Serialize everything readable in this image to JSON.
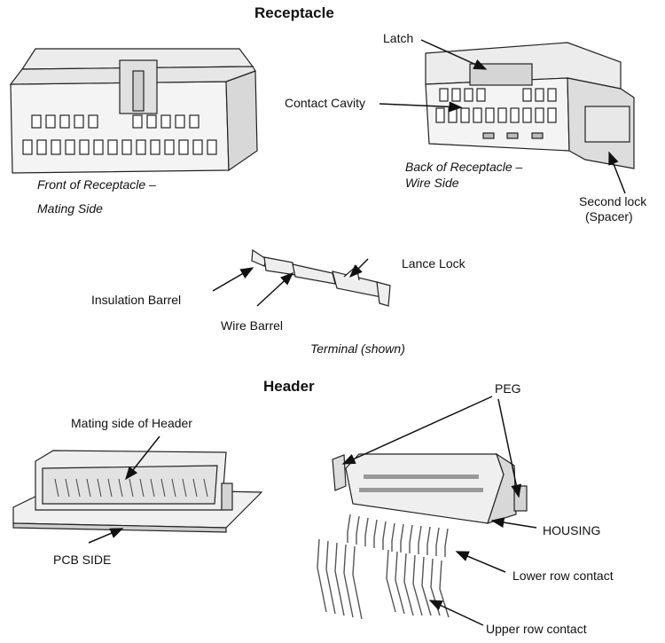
{
  "receptacle": {
    "heading": "Receptacle",
    "front_caption_1": "Front of Receptacle –",
    "front_caption_2": "Mating Side",
    "back_caption_1": "Back of Receptacle –",
    "back_caption_2": "Wire Side",
    "latch_label": "Latch",
    "contact_cavity_label": "Contact Cavity",
    "second_lock_label_1": "Second lock",
    "second_lock_label_2": "(Spacer)"
  },
  "terminal": {
    "lance_lock_label": "Lance Lock",
    "insulation_barrel_label": "Insulation Barrel",
    "wire_barrel_label": "Wire Barrel",
    "caption": "Terminal (shown)"
  },
  "header": {
    "heading": "Header",
    "mating_side_label": "Mating side of Header",
    "pcb_side_label": "PCB SIDE",
    "peg_label": "PEG",
    "housing_label": "HOUSING",
    "lower_row_label": "Lower row contact",
    "upper_row_label": "Upper row contact"
  },
  "colors": {
    "line": "#222222",
    "fill_light": "#f2f2f2",
    "fill_mid": "#d9d9d9",
    "fill_dark": "#9a9a9a"
  }
}
